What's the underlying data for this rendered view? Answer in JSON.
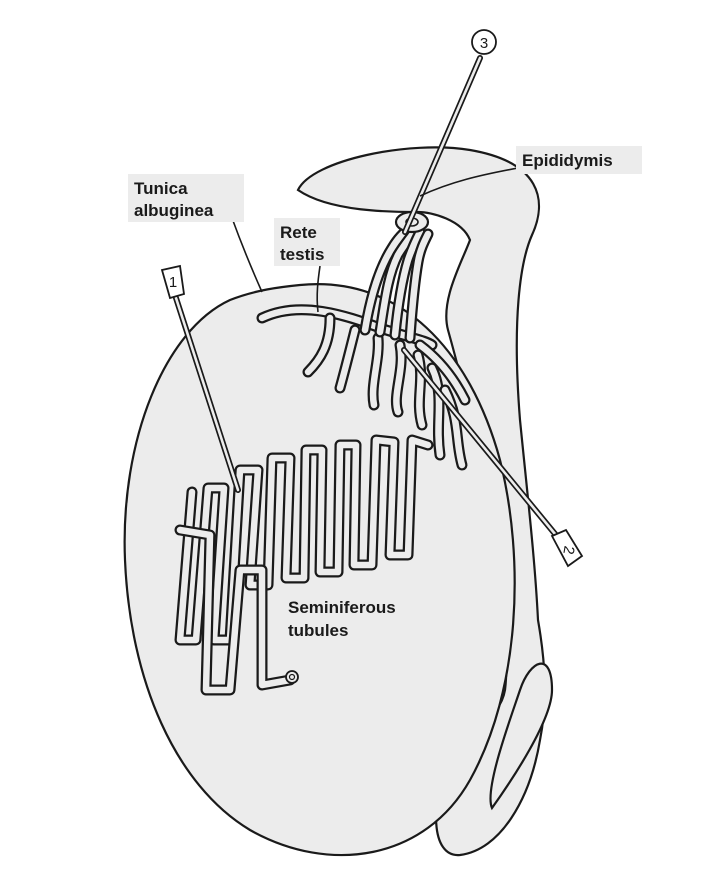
{
  "labels": {
    "tunica": "Tunica",
    "albuginea": "albuginea",
    "rete": "Rete",
    "testis": "testis",
    "epididymis": "Epididymis",
    "seminiferous": "Seminiferous",
    "tubules": "tubules"
  },
  "needles": {
    "n1": "1",
    "n2": "2",
    "n3": "3"
  }
}
